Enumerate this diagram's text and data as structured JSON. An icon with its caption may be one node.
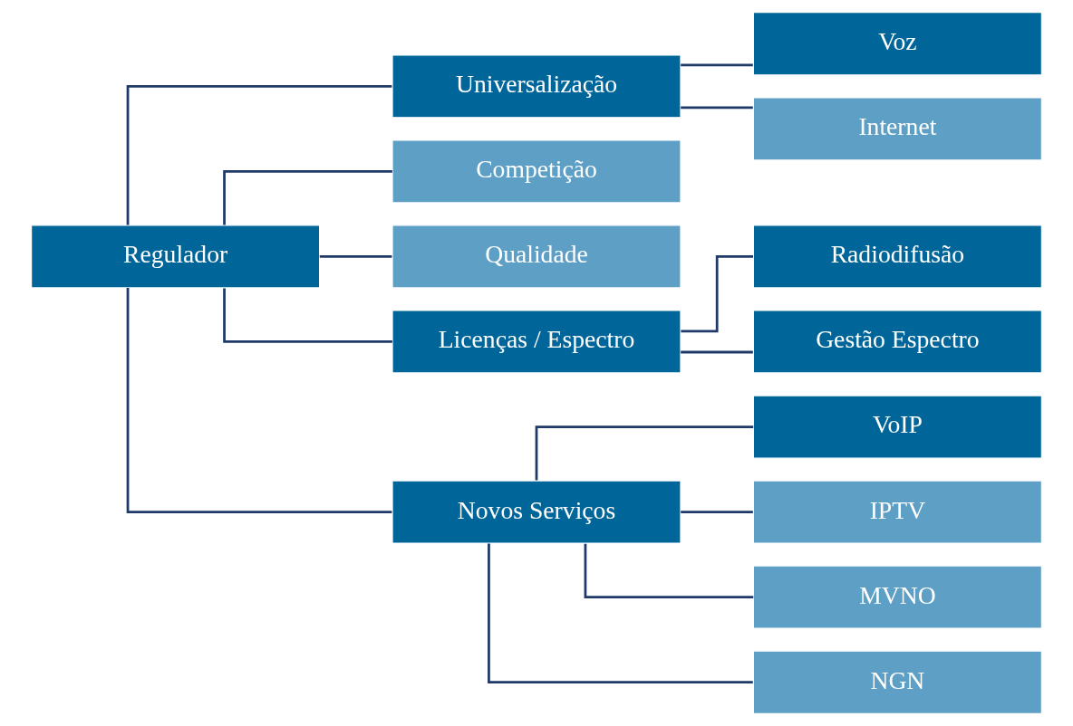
{
  "diagram": {
    "nodes": [
      {
        "text": [
          "Regulador"
        ]
      },
      {
        "text": [
          "Universalização"
        ]
      },
      {
        "text": [
          "Competição"
        ]
      },
      {
        "text": [
          "Qualidade"
        ]
      },
      {
        "text": [
          "Licenças / Espectro"
        ]
      },
      {
        "text": [
          "Novos Serviços"
        ]
      },
      {
        "text": [
          "Voz"
        ]
      },
      {
        "text": [
          "Internet"
        ]
      },
      {
        "text": [
          "Radiodifusão"
        ]
      },
      {
        "text": [
          "Gestão Espectro"
        ]
      },
      {
        "text": [
          "VoIP"
        ]
      },
      {
        "text": [
          "IPTV"
        ]
      },
      {
        "text": [
          "MVNO"
        ]
      },
      {
        "text": [
          "NGN"
        ]
      }
    ],
    "edges": [
      {
        "from": 0,
        "to": 1,
        "arrow": "none"
      },
      {
        "from": 0,
        "to": 2,
        "arrow": "none"
      },
      {
        "from": 0,
        "to": 3,
        "arrow": "none"
      },
      {
        "from": 0,
        "to": 4,
        "arrow": "none"
      },
      {
        "from": 0,
        "to": 5,
        "arrow": "none"
      },
      {
        "from": 1,
        "to": 6,
        "arrow": "none"
      },
      {
        "from": 1,
        "to": 7,
        "arrow": "none"
      },
      {
        "from": 4,
        "to": 8,
        "arrow": "none"
      },
      {
        "from": 4,
        "to": 9,
        "arrow": "none"
      },
      {
        "from": 5,
        "to": 10,
        "arrow": "none"
      },
      {
        "from": 5,
        "to": 11,
        "arrow": "none"
      },
      {
        "from": 5,
        "to": 12,
        "arrow": "none"
      },
      {
        "from": 5,
        "to": 13,
        "arrow": "none"
      }
    ]
  }
}
